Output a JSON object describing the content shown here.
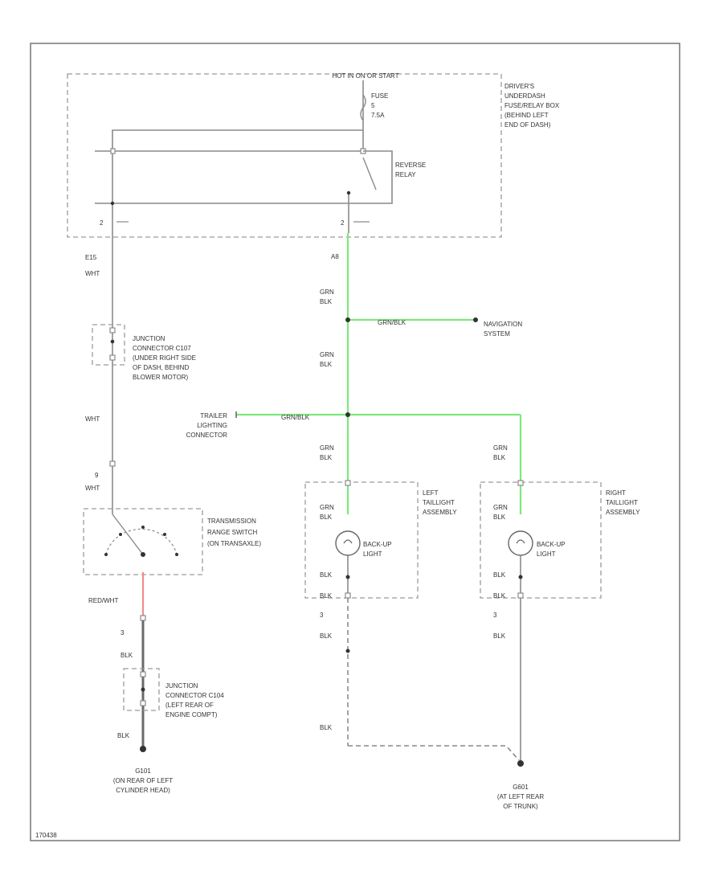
{
  "colors": {
    "green_wire": "#7de87d",
    "pink_wire": "#f08c8c",
    "wire": "#8a8a8a"
  },
  "labels": {
    "power": "HOT IN ON OR START",
    "fuse_name": "FUSE",
    "fuse_num": "5",
    "fuse_amp": "7.5A",
    "underdash_box": [
      "DRIVER'S",
      "UNDERDASH",
      "FUSE/RELAY BOX",
      "(BEHIND LEFT",
      "END OF DASH)"
    ],
    "reverse_relay": [
      "REVERSE",
      "RELAY"
    ],
    "pin_left": "2",
    "pin_mid": "2",
    "wire_e15": "E15",
    "wht1": "WHT",
    "a8": "A8",
    "grn_blk1": [
      "GRN",
      "BLK"
    ],
    "grn_blk_nav": "GRN/BLK",
    "navigation": [
      "NAVIGATION",
      "SYSTEM"
    ],
    "grn_blk2": [
      "GRN",
      "BLK"
    ],
    "junction_c107": [
      "JUNCTION",
      "CONNECTOR C107",
      "(UNDER RIGHT SIDE",
      "OF DASH, BEHIND",
      "BLOWER MOTOR)"
    ],
    "wht2": "WHT",
    "trailer": [
      "TRAILER",
      "LIGHTING",
      "CONNECTOR"
    ],
    "grn_blk_trailer": "GRN/BLK",
    "grn_blk3": [
      "GRN",
      "BLK"
    ],
    "grn_blk4": [
      "GRN",
      "BLK"
    ],
    "pin9": "9",
    "wht3": "WHT",
    "trans_switch": [
      "TRANSMISSION",
      "RANGE SWITCH",
      "(ON TRANSAXLE)"
    ],
    "left_tail": [
      "LEFT",
      "TAILLIGHT",
      "ASSEMBLY"
    ],
    "right_tail": [
      "RIGHT",
      "TAILLIGHT",
      "ASSEMBLY"
    ],
    "grn_blk5": [
      "GRN",
      "BLK"
    ],
    "grn_blk6": [
      "GRN",
      "BLK"
    ],
    "backup_left": [
      "BACK-UP",
      "LIGHT"
    ],
    "backup_right": [
      "BACK-UP",
      "LIGHT"
    ],
    "blk_l1": "BLK",
    "blk_l2": "BLK",
    "blk_r1": "BLK",
    "blk_r2": "BLK",
    "red_wht": "RED/WHT",
    "pin3": "3",
    "pin_l3": "3",
    "pin_r3": "3",
    "blk_sw": "BLK",
    "blk_l3": "BLK",
    "blk_r3": "BLK",
    "junction_c104": [
      "JUNCTION",
      "CONNECTOR C104",
      "(LEFT REAR OF",
      "ENGINE COMPT)"
    ],
    "blk_sw2": "BLK",
    "blk_l4": "BLK",
    "g101": [
      "G101",
      "(ON REAR OF LEFT",
      "CYLINDER HEAD)"
    ],
    "g601": [
      "G601",
      "(AT LEFT REAR",
      "OF TRUNK)"
    ],
    "fig_id": "170438"
  }
}
